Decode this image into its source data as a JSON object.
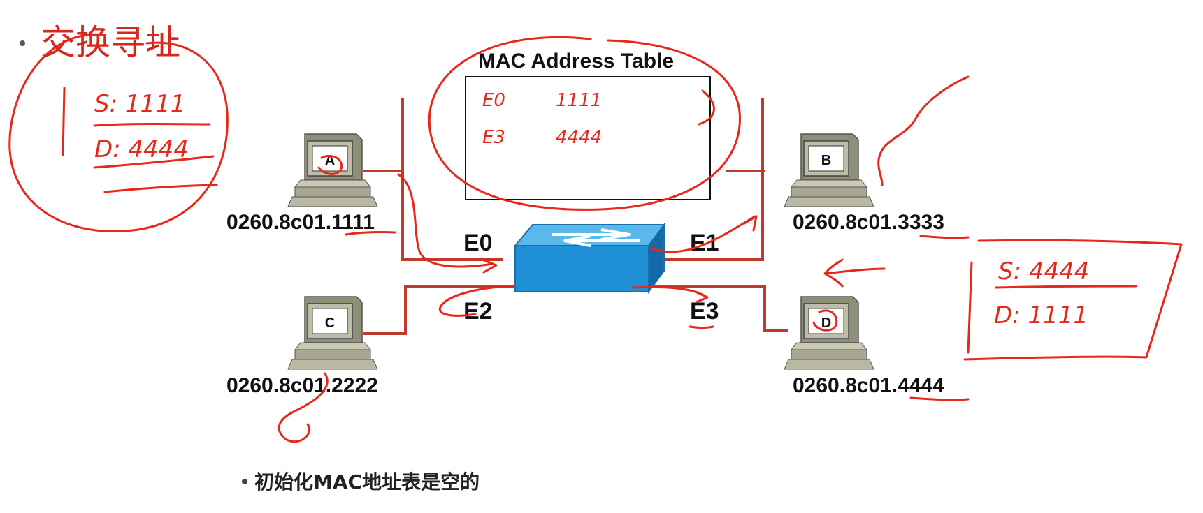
{
  "slide": {
    "title": "交换寻址",
    "note": "初始化MAC地址表是空的"
  },
  "table": {
    "title": "MAC Address Table",
    "rows": [
      {
        "port": "E0",
        "mac": "1111"
      },
      {
        "port": "E3",
        "mac": "4444"
      }
    ]
  },
  "ports": {
    "e0": "E0",
    "e1": "E1",
    "e2": "E2",
    "e3": "E3"
  },
  "hosts": [
    {
      "id": "A",
      "mac": "0260.8c01.1111"
    },
    {
      "id": "B",
      "mac": "0260.8c01.3333"
    },
    {
      "id": "C",
      "mac": "0260.8c01.2222"
    },
    {
      "id": "D",
      "mac": "0260.8c01.4444"
    }
  ],
  "annotations": {
    "left_frame": {
      "src": "S: 1111",
      "dst": "D: 4444"
    },
    "right_frame": {
      "src": "S: 4444",
      "dst": "D: 1111"
    }
  },
  "colors": {
    "ink": "#e8261a",
    "wire": "#c0392b",
    "switch": "#1f8fd6"
  },
  "icons": [
    "computer-icon",
    "switch-icon"
  ]
}
